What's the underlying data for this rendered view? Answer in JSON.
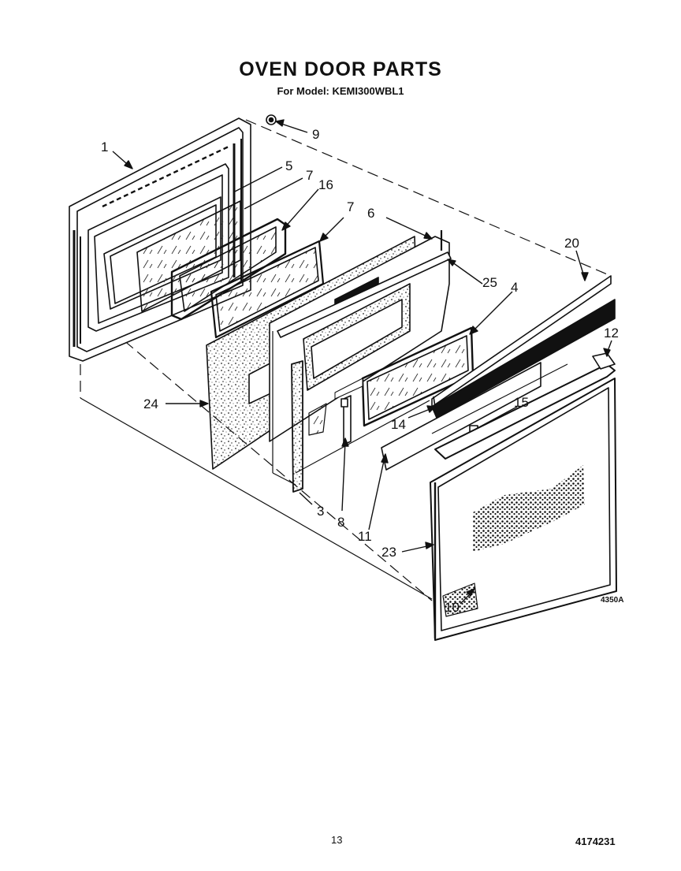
{
  "header": {
    "title": "OVEN DOOR PARTS",
    "model_line": "For Model: KEMI300WBL1"
  },
  "diagram": {
    "callouts": [
      {
        "id": "1",
        "label": "1"
      },
      {
        "id": "9",
        "label": "9"
      },
      {
        "id": "5",
        "label": "5"
      },
      {
        "id": "7a",
        "label": "7"
      },
      {
        "id": "16",
        "label": "16"
      },
      {
        "id": "7b",
        "label": "7"
      },
      {
        "id": "6",
        "label": "6"
      },
      {
        "id": "20",
        "label": "20"
      },
      {
        "id": "25",
        "label": "25"
      },
      {
        "id": "4",
        "label": "4"
      },
      {
        "id": "12",
        "label": "12"
      },
      {
        "id": "24",
        "label": "24"
      },
      {
        "id": "15",
        "label": "15"
      },
      {
        "id": "14",
        "label": "14"
      },
      {
        "id": "3",
        "label": "3"
      },
      {
        "id": "8",
        "label": "8"
      },
      {
        "id": "11",
        "label": "11"
      },
      {
        "id": "23",
        "label": "23"
      },
      {
        "id": "10",
        "label": "10"
      }
    ],
    "drawing_code": "4350A"
  },
  "footer": {
    "page_number": "13",
    "document_number": "4174231"
  }
}
